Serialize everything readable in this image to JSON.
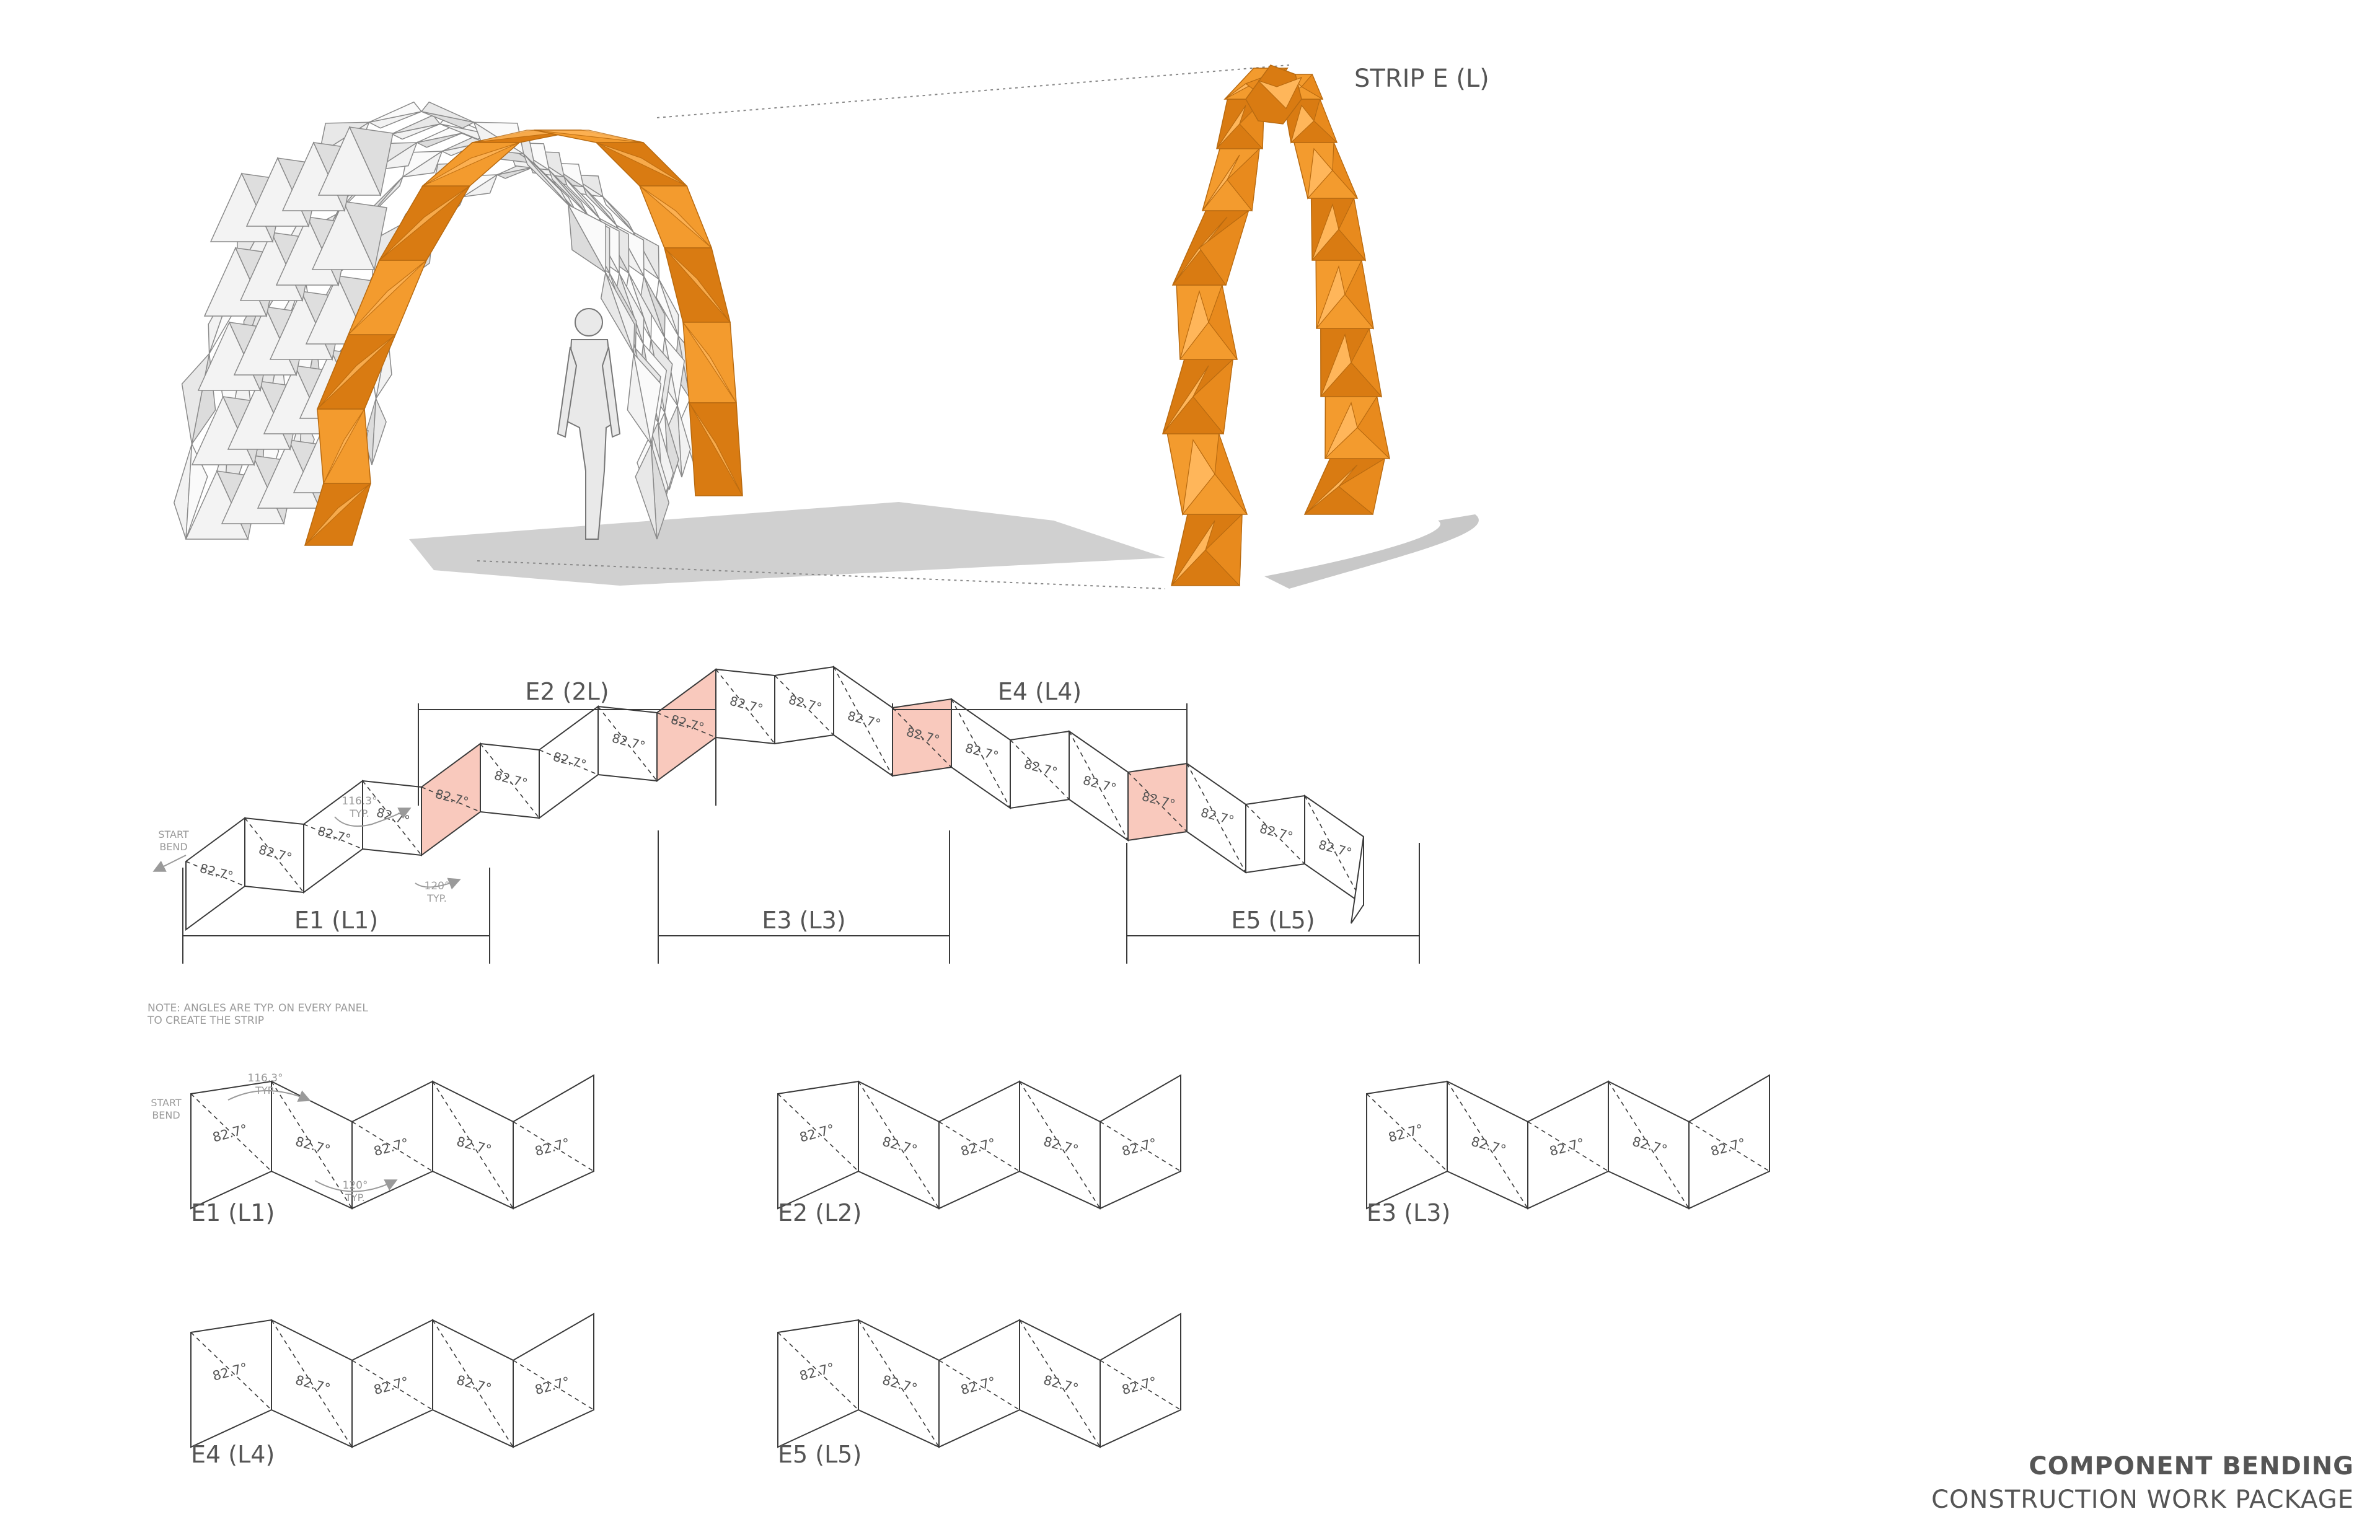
{
  "colors": {
    "accent": "#f39b2e",
    "accent_dark": "#d97b12",
    "accent_light": "#ffb65a",
    "highlight": "#f9c9bd",
    "line": "#3a3a3a",
    "grey_panel": "#e6e6e6",
    "note": "#9a9a9a"
  },
  "strip_label": "STRIP E (L)",
  "strip": {
    "dimension_top": [
      "E2 (2L)",
      "E4 (L4)"
    ],
    "dimension_bottom": [
      "E1 (L1)",
      "E3 (L3)",
      "E5 (L5)"
    ],
    "angle_label": "82.7°",
    "note_116": "116.3°",
    "note_120": "120°",
    "typ": "TYP.",
    "start_bend": [
      "START",
      "BEND"
    ]
  },
  "note": [
    "NOTE: ANGLES ARE TYP. ON EVERY PANEL",
    "TO CREATE THE STRIP"
  ],
  "components": [
    {
      "label": "E1 (L1)"
    },
    {
      "label": "E2 (L2)"
    },
    {
      "label": "E3 (L3)"
    },
    {
      "label": "E4 (L4)"
    },
    {
      "label": "E5 (L5)"
    }
  ],
  "title": {
    "main": "COMPONENT BENDING",
    "sub": "CONSTRUCTION WORK PACKAGE"
  }
}
